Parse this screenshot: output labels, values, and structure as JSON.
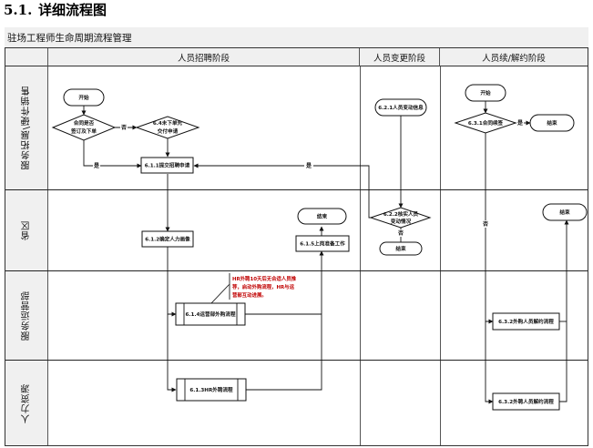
{
  "section": {
    "number": "5.1.",
    "title": "详细流程图"
  },
  "diagram": {
    "title": "驻场工程师生命周期流程管理",
    "phases": [
      {
        "label": "人员招聘阶段"
      },
      {
        "label": "人员变更阶段"
      },
      {
        "label": "人员续/解约阶段"
      }
    ],
    "lanes": [
      {
        "label": "服务拓展\\硬件销售"
      },
      {
        "label": "省区"
      },
      {
        "label": "服务运营部"
      },
      {
        "label": "人力资源"
      }
    ],
    "nodes": {
      "start_recruit": "开始",
      "decision_contract_l1": "合同是否",
      "decision_contract_l2": "签订及下单",
      "delivery_request_l1": "6.4未下单先",
      "delivery_request_l2": "交付申请",
      "submit_request": "6.1.1提交招聘申请",
      "confirm_profile": "6.1.2确定人力画像",
      "end_recruit": "结束",
      "onboard_prep": "6.1.5上岗准备工作",
      "ops_outsource": "6.1.4运营部外购流程",
      "hr_hire": "6.1.3HR外聘流程",
      "change_info": "6.2.1人员变动信息",
      "verify_change_l1": "6.2.2核实人员",
      "verify_change_l2": "变动情况",
      "end_change": "结束",
      "start_renew": "开始",
      "renew_decision": "6.3.1合同续签",
      "end_renew_1": "结束",
      "end_renew_2": "结束",
      "terminate_ops": "6.3.2外购人员解约流程",
      "terminate_hr": "6.3.2外聘人员解约流程"
    },
    "annotation": {
      "line1": "HR外聘10天后无合适人员推",
      "line2": "荐，启动外购流程，HR与运",
      "line3": "营部互动进展。"
    },
    "edge_labels": {
      "no_1": "否",
      "yes_1": "是",
      "yes_2": "是",
      "no_2": "否",
      "yes_3": "是",
      "no_3": "否"
    },
    "colors": {
      "annotation": "#c00000",
      "header_bg": "#f0f0f0"
    }
  }
}
